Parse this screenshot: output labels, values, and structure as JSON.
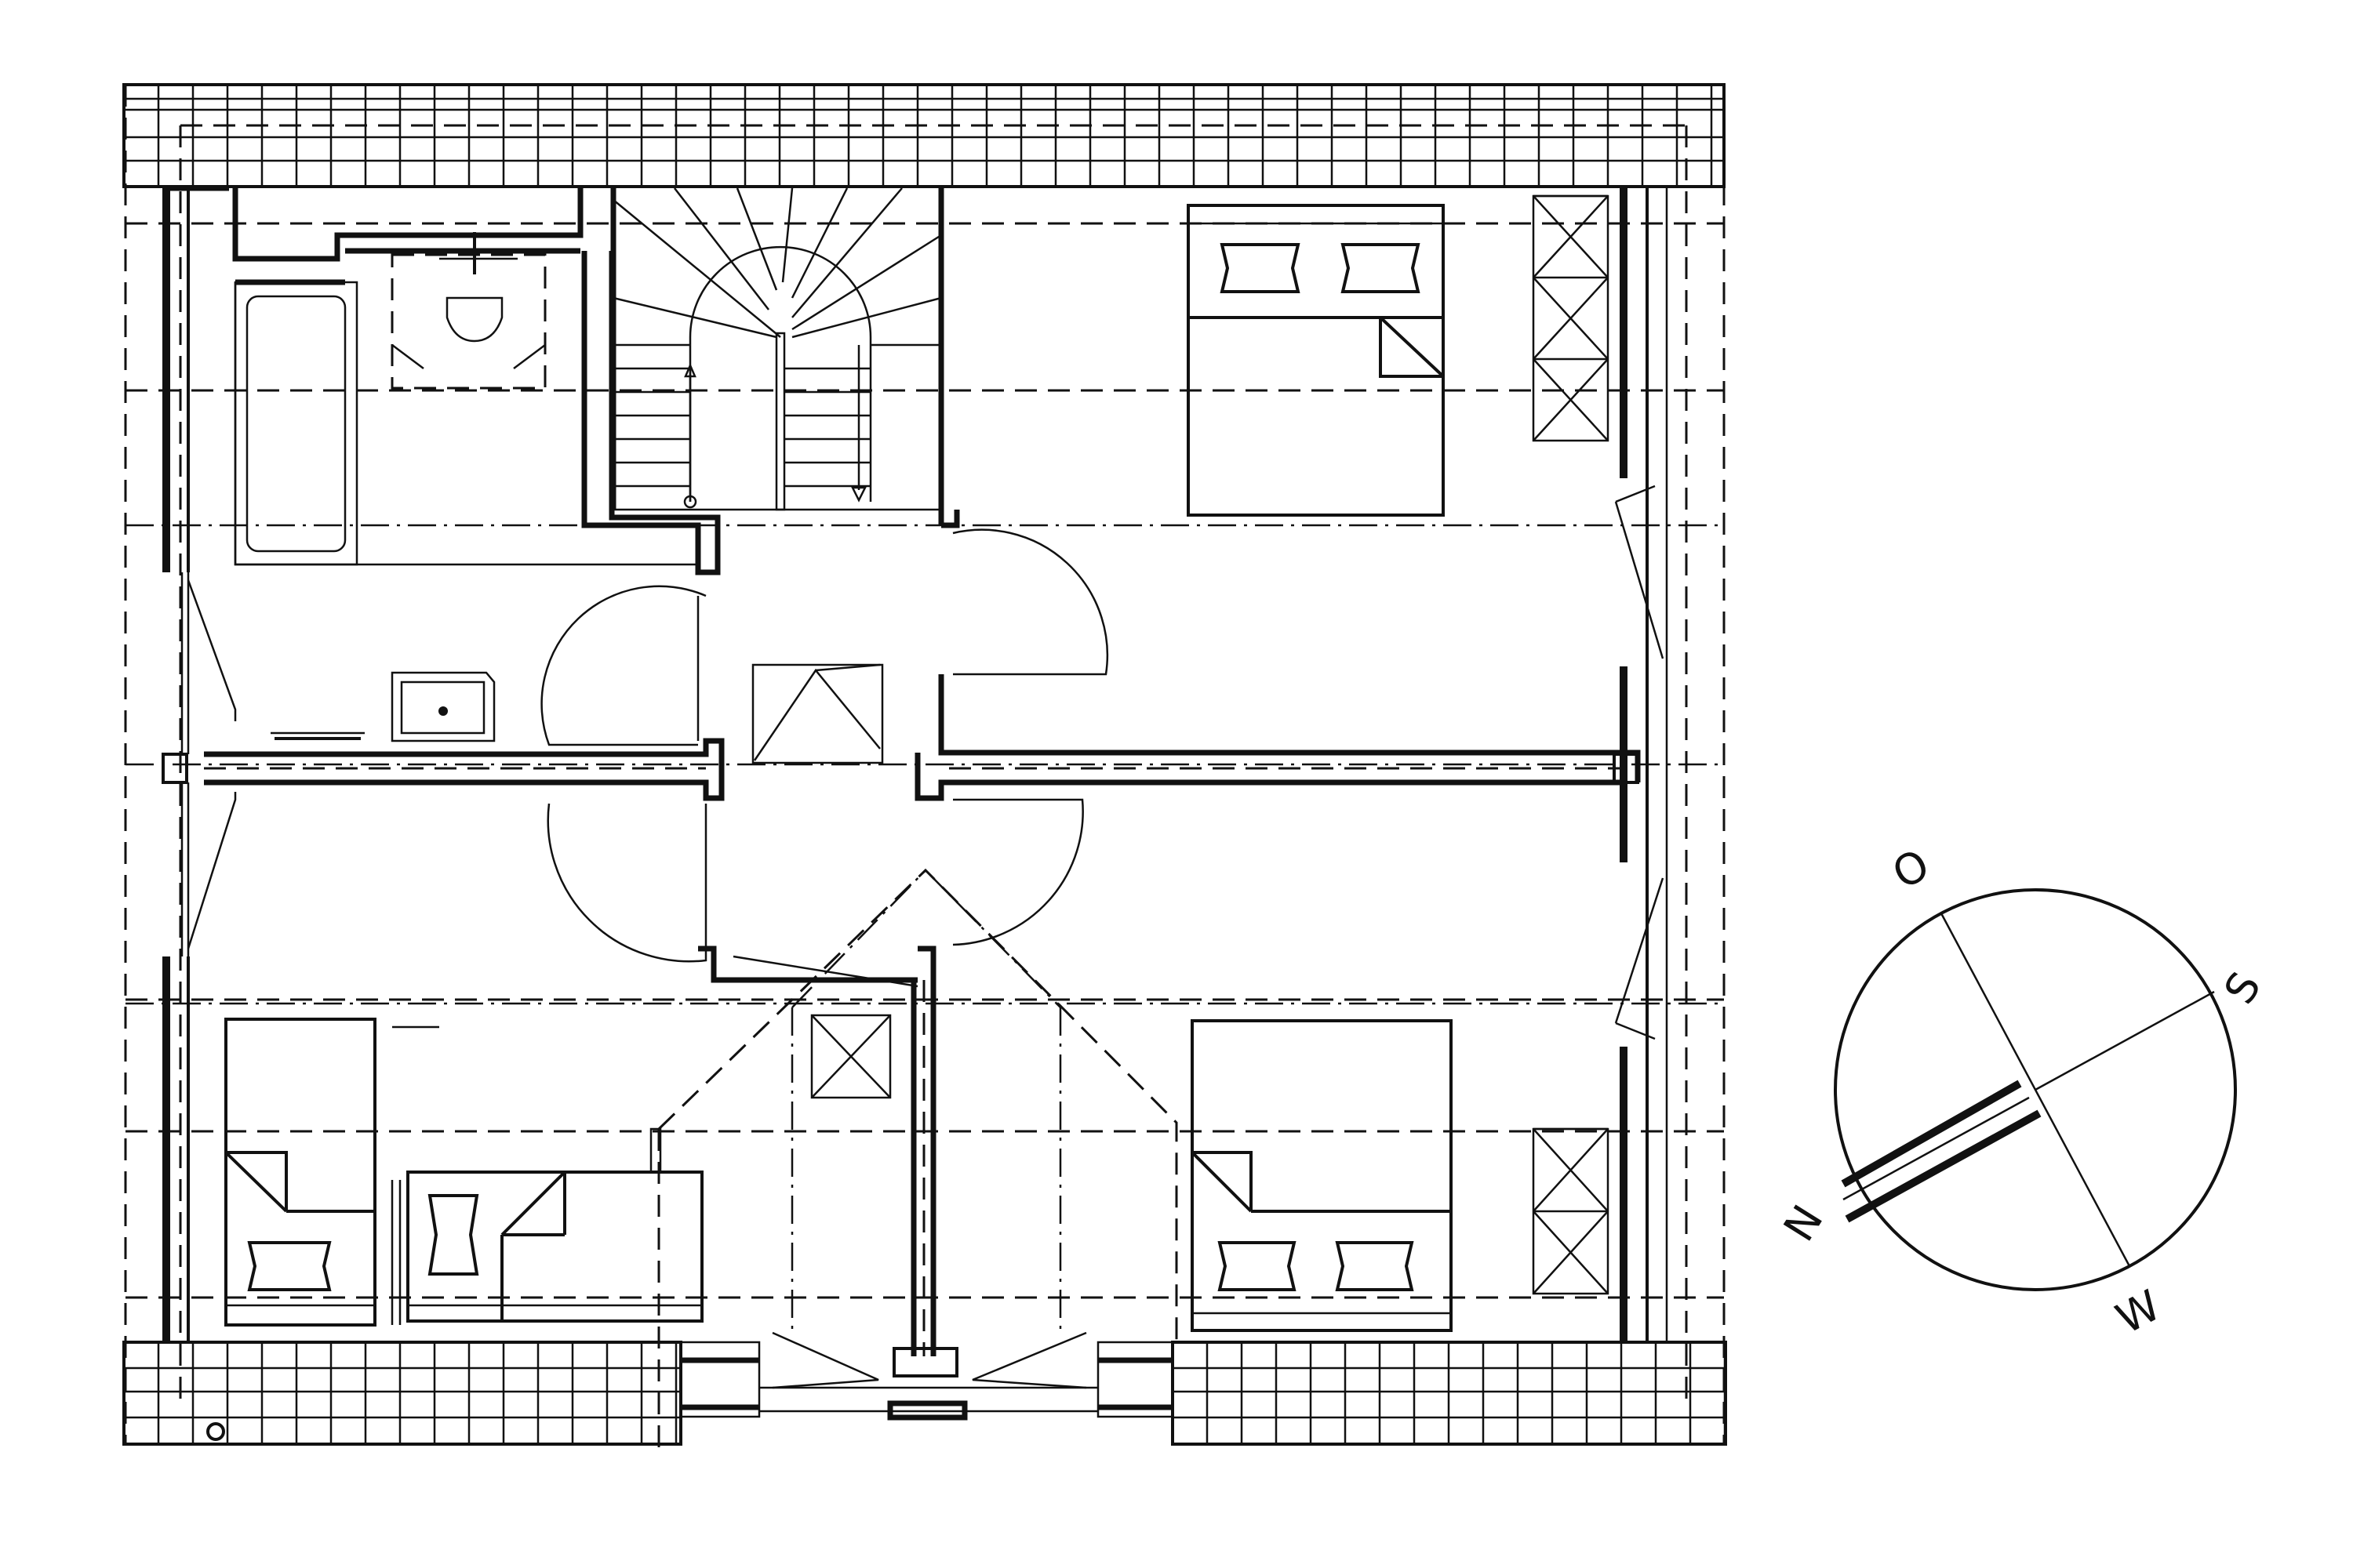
{
  "compass": {
    "labels": {
      "north": "N",
      "east": "O",
      "south": "S",
      "west": "W"
    }
  }
}
